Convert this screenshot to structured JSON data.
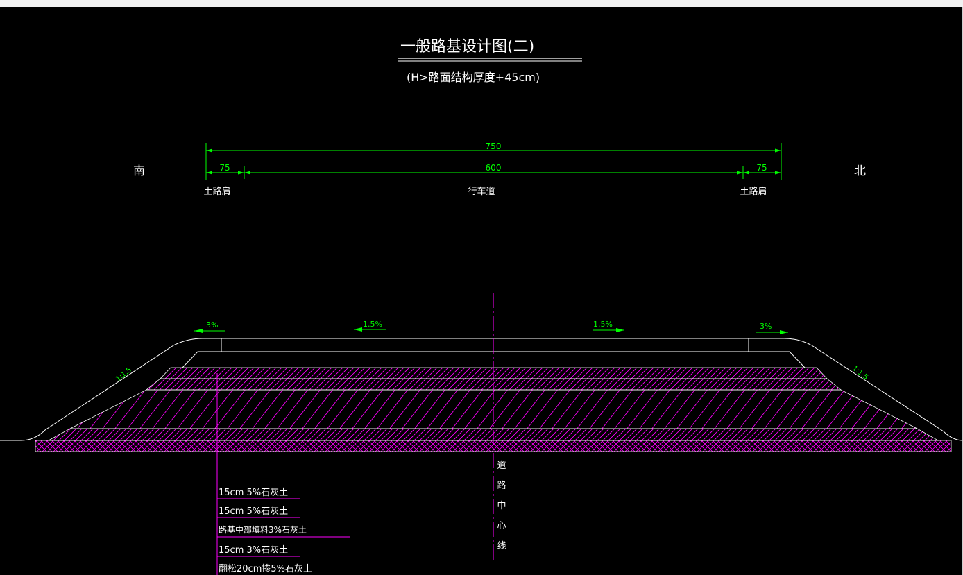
{
  "drawing": {
    "title": "一般路基设计图(二)",
    "subtitle": "(H>路面结构厚度+45cm)",
    "direction_left": "南",
    "direction_right": "北",
    "dimensions": {
      "total": "750",
      "left_shoulder": "75",
      "carriageway": "600",
      "right_shoulder": "75"
    },
    "zone_labels": {
      "left_shoulder": "土路肩",
      "carriageway": "行车道",
      "right_shoulder": "土路肩"
    },
    "slopes": {
      "left_shoulder": "3%",
      "left_lane": "1.5%",
      "right_lane": "1.5%",
      "right_shoulder": "3%",
      "left_embankment": "1:1.5",
      "right_embankment": "1:1.5"
    },
    "centerline_label": "道路中心线",
    "centerline_chars": [
      "道",
      "路",
      "中",
      "心",
      "线"
    ],
    "layers": [
      "15cm 5%石灰土",
      "15cm 5%石灰土",
      "路基中部填料3%石灰土",
      "15cm 3%石灰土",
      "翻松20cm掺5%石灰土"
    ]
  },
  "colors": {
    "background": "#000000",
    "outline": "#ffffff",
    "dimension": "#00ff00",
    "hatch": "#ff00ff",
    "text": "#ffffff"
  }
}
